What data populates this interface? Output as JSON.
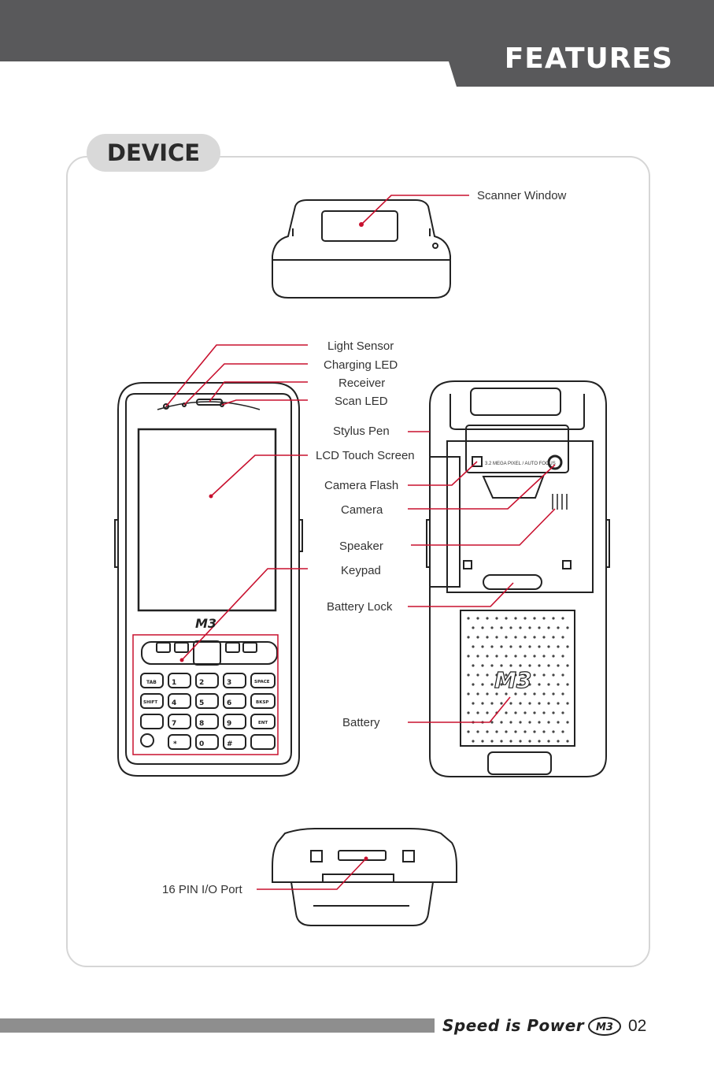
{
  "header": {
    "title": "FEATURES"
  },
  "section": {
    "title": "DEVICE"
  },
  "callouts": {
    "scanner_window": "Scanner Window",
    "light_sensor": "Light Sensor",
    "charging_led": "Charging LED",
    "receiver": "Receiver",
    "scan_led": "Scan LED",
    "stylus_pen": "Stylus Pen",
    "lcd_touch_screen": "LCD Touch Screen",
    "camera_flash": "Camera Flash",
    "camera": "Camera",
    "speaker": "Speaker",
    "keypad": "Keypad",
    "battery_lock": "Battery Lock",
    "battery": "Battery",
    "io_port": "16 PIN I/O Port"
  },
  "device_markings": {
    "brand": "M3",
    "camera_label": "3.2 MEGA PIXEL / AUTO FOCUS",
    "keys": [
      "TAB",
      "1",
      "2",
      "3",
      "SPACE",
      "SHIFT",
      "4",
      "5",
      "6",
      "BKSP",
      "7",
      "8",
      "9",
      "ENT",
      "*",
      "0",
      "#"
    ]
  },
  "footer": {
    "slogan": "Speed is Power",
    "logo_text": "M3",
    "page_number": "02"
  },
  "colors": {
    "header_bg": "#59595b",
    "accent_line": "#c8102e",
    "footer_bar": "#8e8e8e",
    "frame_border": "#d6d6d6"
  }
}
